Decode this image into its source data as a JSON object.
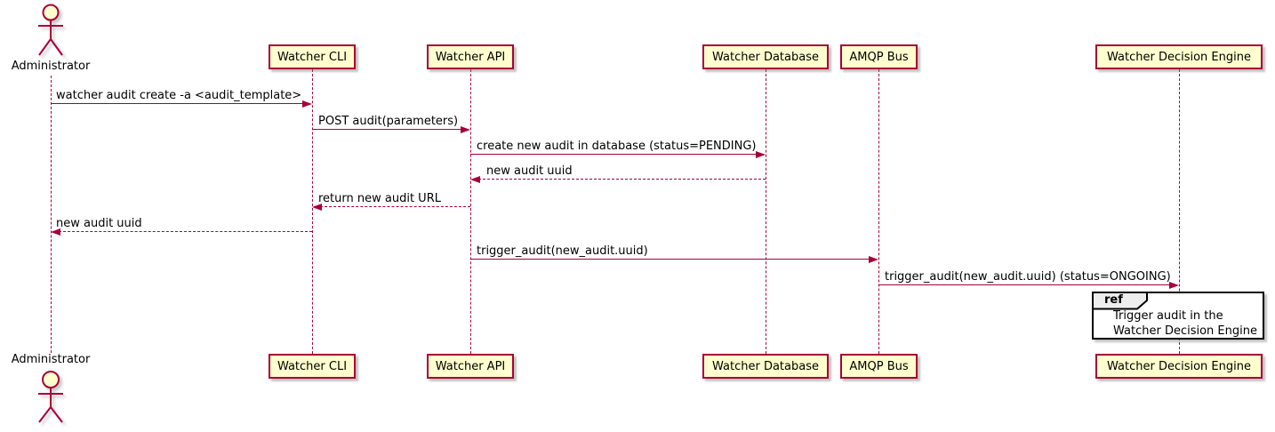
{
  "colors": {
    "participant_fill": "#FEFECE",
    "participant_border": "#A80036",
    "line": "#A80036",
    "text": "#000000",
    "ref_fill": "#FFFFFF",
    "ref_border": "#000000",
    "ref_tab_fill": "#EEEEEE",
    "background": "#FFFFFF"
  },
  "actor": {
    "label": "Administrator"
  },
  "participants": [
    {
      "label": "Watcher CLI"
    },
    {
      "label": "Watcher API"
    },
    {
      "label": "Watcher Database"
    },
    {
      "label": "AMQP Bus"
    },
    {
      "label": "Watcher Decision Engine"
    }
  ],
  "messages": [
    {
      "label": "watcher audit create -a <audit_template>",
      "from": "Administrator",
      "to": "Watcher CLI",
      "line": "solid"
    },
    {
      "label": "POST audit(parameters)",
      "from": "Watcher CLI",
      "to": "Watcher API",
      "line": "solid"
    },
    {
      "label": "create new audit in database (status=PENDING)",
      "from": "Watcher API",
      "to": "Watcher Database",
      "line": "solid"
    },
    {
      "label": "new audit uuid",
      "from": "Watcher Database",
      "to": "Watcher API",
      "line": "dashed"
    },
    {
      "label": "return new audit URL",
      "from": "Watcher API",
      "to": "Watcher CLI",
      "line": "dashed"
    },
    {
      "label": "new audit uuid",
      "from": "Watcher CLI",
      "to": "Administrator",
      "line": "dashed"
    },
    {
      "label": "trigger_audit(new_audit.uuid)",
      "from": "Watcher API",
      "to": "AMQP Bus",
      "line": "solid"
    },
    {
      "label": "trigger_audit(new_audit.uuid) (status=ONGOING)",
      "from": "AMQP Bus",
      "to": "Watcher Decision Engine",
      "line": "solid"
    }
  ],
  "ref": {
    "keyword": "ref",
    "line1": "Trigger audit in the",
    "line2": "Watcher Decision Engine"
  }
}
